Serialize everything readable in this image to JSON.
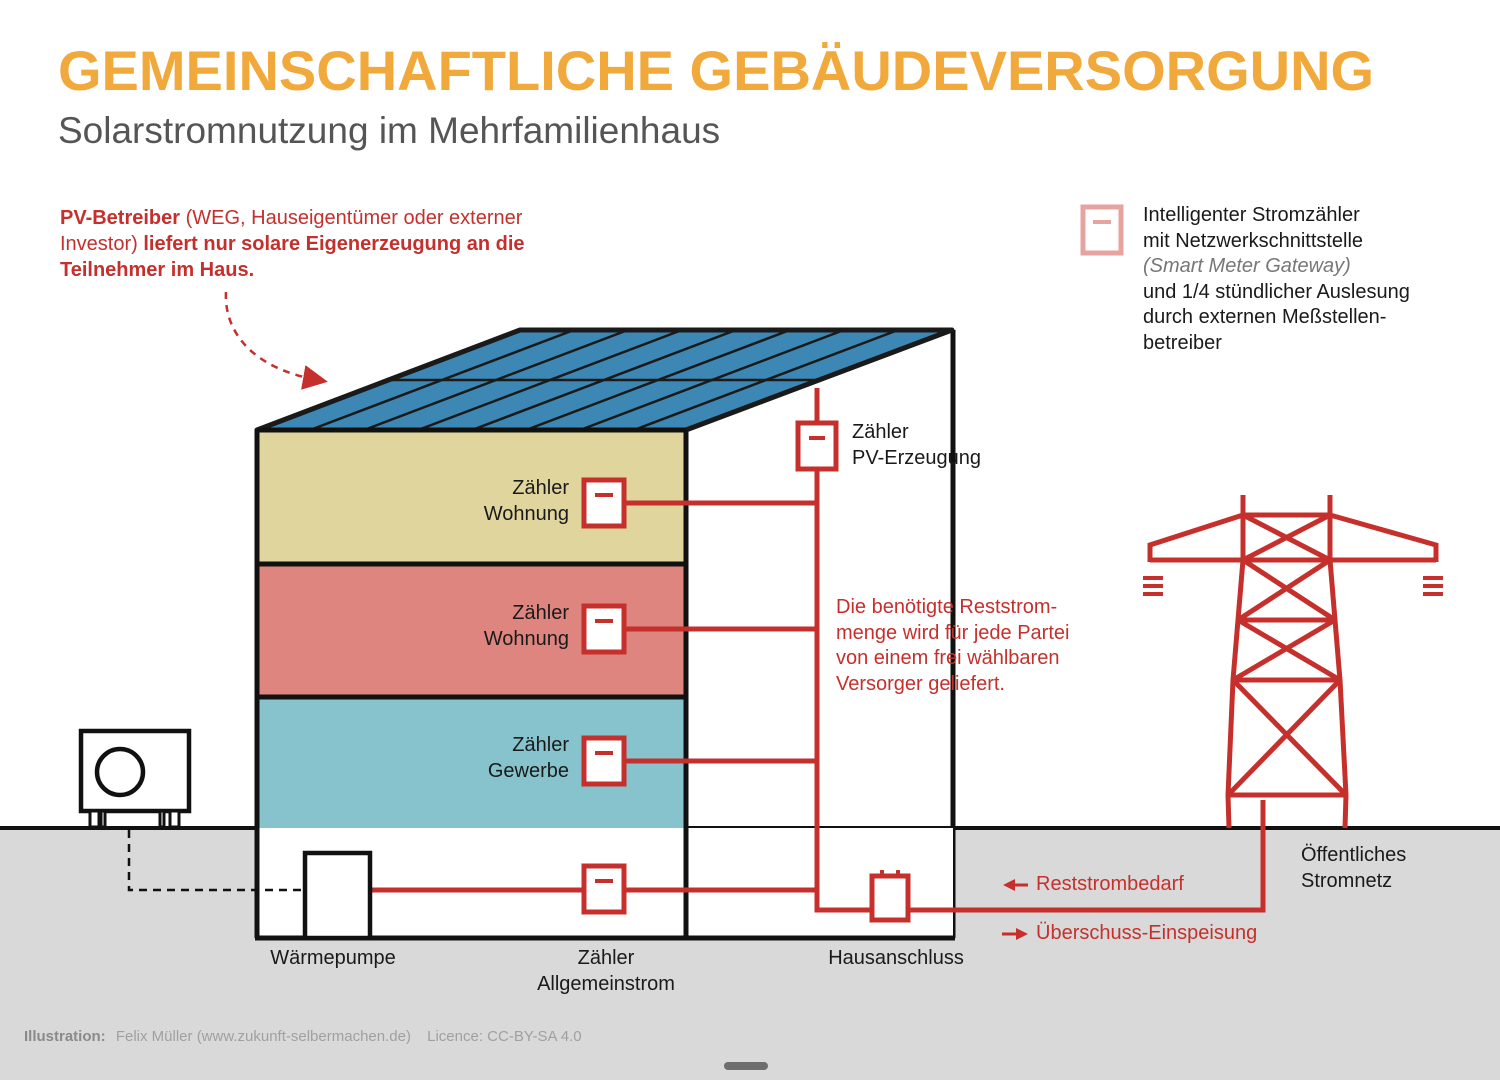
{
  "header": {
    "title": "GEMEINSCHAFTLICHE GEBÄUDEVERSORGUNG",
    "subtitle": "Solarstromnutzung im Mehrfamilienhaus"
  },
  "operator_note": {
    "bold_start": "PV-Betreiber",
    "normal": " (WEG, Hauseigentümer oder externer Investor) ",
    "bold_end": "liefert nur solare Eigenerzeugung an die Teilnehmer im Haus."
  },
  "legend": {
    "line1": "Intelligenter Stromzähler",
    "line2": "mit Netzwerkschnittstelle",
    "line3": "(Smart Meter Gateway)",
    "line4": "und 1/4 stündlicher Auslesung",
    "line5": "durch externen Meßstellen-",
    "line6": "betreiber"
  },
  "meters": {
    "pv": {
      "line1": "Zähler",
      "line2": "PV-Erzeugung"
    },
    "flat1": {
      "line1": "Zähler",
      "line2": "Wohnung"
    },
    "flat2": {
      "line1": "Zähler",
      "line2": "Wohnung"
    },
    "commerce": {
      "line1": "Zähler",
      "line2": "Gewerbe"
    },
    "general": {
      "line1": "Zähler",
      "line2": "Allgemeinstrom"
    }
  },
  "supplier_note": {
    "line1": "Die benötigte Reststrom-",
    "line2": "menge wird für jede Partei",
    "line3": "von einem frei wählbaren",
    "line4": "Versorger geliefert."
  },
  "labels": {
    "heat_pump": "Wärmepumpe",
    "house_connection": "Hausanschluss",
    "grid_line1": "Öffentliches",
    "grid_line2": "Stromnetz",
    "residual_demand": "Reststrombedarf",
    "surplus_feed": "Überschuss-Einspeisung"
  },
  "footer": {
    "label": "Illustration:",
    "credit": "Felix Müller (www.zukunft-selbermachen.de)",
    "licence": "Licence: CC-BY-SA 4.0"
  },
  "colors": {
    "title": "#f2a93b",
    "accent_red": "#c5302c",
    "floor_top": "#e0d59c",
    "floor_middle": "#df8580",
    "floor_bottom": "#87c3cd",
    "solar_panel": "#3d87b5",
    "ground": "#d9d9d9"
  }
}
